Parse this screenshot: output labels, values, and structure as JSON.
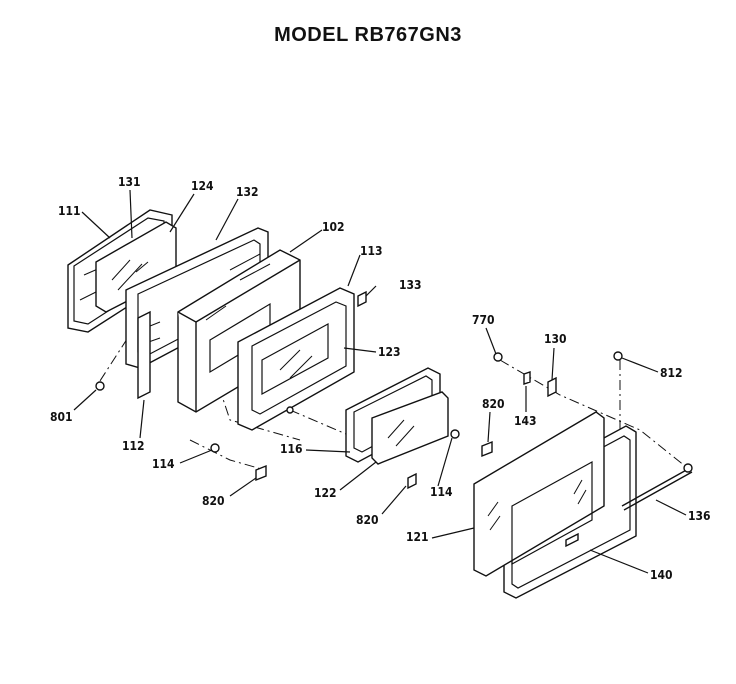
{
  "title": "MODEL RB767GN3",
  "callouts": [
    {
      "id": "c111",
      "text": "111"
    },
    {
      "id": "c131",
      "text": "131"
    },
    {
      "id": "c124",
      "text": "124"
    },
    {
      "id": "c132",
      "text": "132"
    },
    {
      "id": "c102",
      "text": "102"
    },
    {
      "id": "c113",
      "text": "113"
    },
    {
      "id": "c133",
      "text": "133"
    },
    {
      "id": "c123",
      "text": "123"
    },
    {
      "id": "c770",
      "text": "770"
    },
    {
      "id": "c130",
      "text": "130"
    },
    {
      "id": "c812",
      "text": "812"
    },
    {
      "id": "c801",
      "text": "801"
    },
    {
      "id": "c112",
      "text": "112"
    },
    {
      "id": "c114a",
      "text": "114"
    },
    {
      "id": "c116",
      "text": "116"
    },
    {
      "id": "c820a",
      "text": "820"
    },
    {
      "id": "c143",
      "text": "143"
    },
    {
      "id": "c820b",
      "text": "820"
    },
    {
      "id": "c122",
      "text": "122"
    },
    {
      "id": "c114b",
      "text": "114"
    },
    {
      "id": "c820c",
      "text": "820"
    },
    {
      "id": "c121",
      "text": "121"
    },
    {
      "id": "c136",
      "text": "136"
    },
    {
      "id": "c140",
      "text": "140"
    }
  ]
}
